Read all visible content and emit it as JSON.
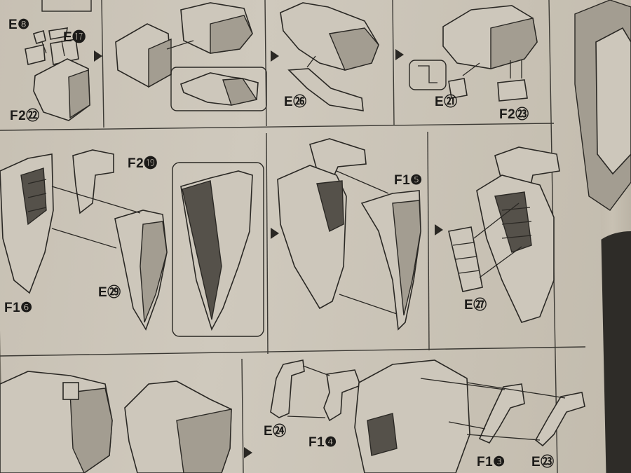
{
  "labels": {
    "e8": "E❽",
    "e17": "E⓱",
    "f2_22": "F2㉒",
    "e26": "E㉖",
    "e21": "E㉑",
    "f2_23": "F2㉓",
    "f2_19": "F2⓳",
    "f1_5": "F1❺",
    "f1_6": "F1❻",
    "e29": "E㉙",
    "e27": "E㉗",
    "e24": "E㉔",
    "f1_4": "F1❹",
    "f1_3": "F1❸",
    "e23": "E㉓"
  },
  "colors": {
    "paper": "#cdc7bb",
    "ink": "#2a2824",
    "shade": "#a39d91",
    "dark": "#55514a"
  }
}
